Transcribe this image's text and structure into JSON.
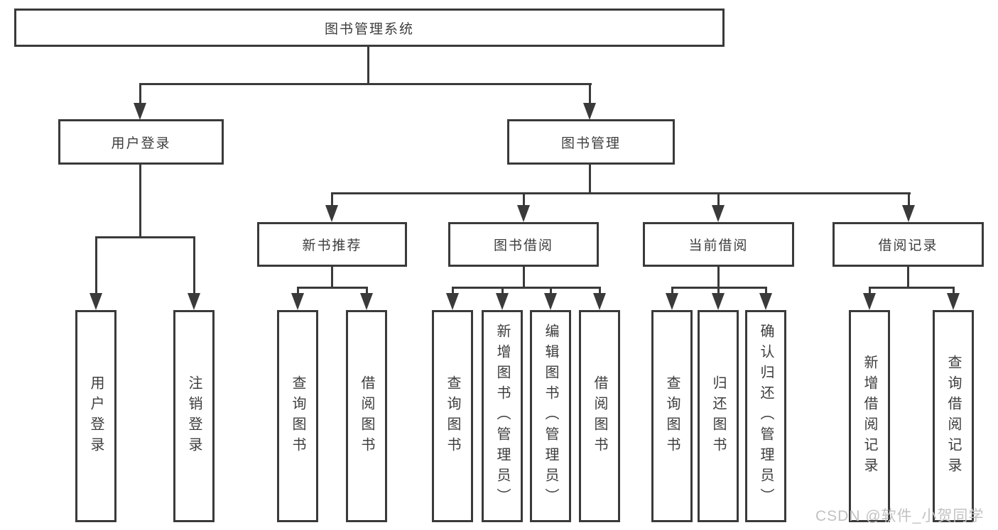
{
  "diagram": {
    "root": {
      "label": "图书管理系统"
    },
    "level2": [
      {
        "label": "用户登录"
      },
      {
        "label": "图书管理"
      }
    ],
    "level3": [
      {
        "label": "新书推荐"
      },
      {
        "label": "图书借阅"
      },
      {
        "label": "当前借阅"
      },
      {
        "label": "借阅记录"
      }
    ],
    "leaves": {
      "user_login": [
        {
          "label": "用户登录"
        },
        {
          "label": "注销登录"
        }
      ],
      "new_books": [
        {
          "label": "查询图书"
        },
        {
          "label": "借阅图书"
        }
      ],
      "book_borrow": [
        {
          "label": "查询图书"
        },
        {
          "label": "新增图书（管理员）"
        },
        {
          "label": "编辑图书（管理员）"
        },
        {
          "label": "借阅图书"
        }
      ],
      "current_borrow": [
        {
          "label": "查询图书"
        },
        {
          "label": "归还图书"
        },
        {
          "label": "确认归还（管理员）"
        }
      ],
      "borrow_records": [
        {
          "label": "新增借阅记录"
        },
        {
          "label": "查询借阅记录"
        }
      ]
    },
    "watermark": "CSDN @软件_小贺同学"
  },
  "colors": {
    "line": "#3a3a3a",
    "text": "#3d3d3d",
    "background": "#ffffff",
    "watermark": "#c2c2c2"
  }
}
